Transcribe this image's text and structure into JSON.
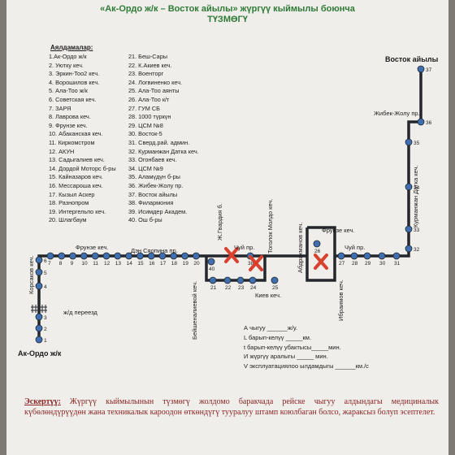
{
  "header": {
    "line0": "",
    "line1": "«Ак-Ордо ж/к – Восток айылы» жүргүү кыймылы боюнча",
    "line2": "ТҮЗМӨГҮ"
  },
  "stops_heading": "Аялдамалар:",
  "stops_col1": [
    "1.Ак-Ордо ж/к",
    "2. Уютку кеч.",
    "3. Эркин-Тоо2 кеч.",
    "4. Ворошилов кеч.",
    "5. Ала-Тоо ж/к",
    "6. Советская кеч.",
    "7. ЗАРЯ",
    "8. Лаврова кеч.",
    "9. Фрунзе кеч.",
    "10. Абаканская кеч.",
    "11. Киркомстром",
    "12. АКУН",
    "13. Садыгалиев кеч.",
    "14. Дордой Моторс б-ры",
    "15. Кайназаров кеч.",
    "16. Мессароша кеч.",
    "17. Кызыл Аскер",
    "18. Разноプром",
    "19. Интергельпо кеч.",
    "20. Шлагбаум"
  ],
  "stops_col2": [
    "21. Беш-Сары",
    "22. К.Акиев кеч.",
    "23. Военторг",
    "24. Логвиненко кеч.",
    "25. Ала-Тоо аянты",
    "26. Ала-Тоо к/т",
    "27. ГУМ СБ",
    "28. 1000 түркүн",
    "29. ЦСМ №8",
    "30. Восток-5",
    "31. Сверд.рай. админ.",
    "32. Курманжан Датка кеч.",
    "33. Огонбаев кеч.",
    "34. ЦСМ №9",
    "35. Аламүдүн б-ры",
    "36. Жибек-Жолу пр.",
    "37. Восток айылы",
    "38. Филармония",
    "39. Исимдер Академ.",
    "40. Ош б-ры"
  ],
  "map": {
    "start_label": "Ак-Ордо ж/к",
    "end_label": "Восток айылы",
    "streets": {
      "korsakov": "Корсаков кеч.",
      "zheleznodor": "ж/д переезд",
      "frunze_left": "Фрунзе кеч.",
      "den_syaopin": "Дэн Сяопина пр.",
      "beishenaliev": "Бейшеналиевой кеч.",
      "molodaya_gvardiya": "Ж.Гвардия б.",
      "chuy_mid": "Чуй пр.",
      "togolok": "Тоголок Молдо кеч.",
      "kiev": "Киев кеч.",
      "abdrakhmanov": "Абдрахманов кеч.",
      "frunze_right": "Фрунзе кеч.",
      "chuy_right": "Чуй пр.",
      "ibraimov": "Ибраимов кеч.",
      "kurmanzhan": "Курманжан Датка кеч.",
      "zhibek_zholu": "Жибек-Жолу пр."
    },
    "stop_numbers_bottom": [
      "1",
      "2",
      "3"
    ],
    "stop_numbers_left": [
      "4",
      "5",
      "6"
    ],
    "stop_numbers_row": [
      "7",
      "8",
      "9",
      "10",
      "11",
      "12",
      "13",
      "14",
      "15",
      "16",
      "17",
      "18",
      "19",
      "20"
    ],
    "stop_numbers_loop": [
      "40",
      "21",
      "22",
      "23",
      "24",
      "38",
      "25",
      "26",
      "27",
      "28",
      "29",
      "30",
      "31"
    ],
    "stop_numbers_right": [
      "32",
      "33",
      "34",
      "35",
      "36",
      "37"
    ]
  },
  "stats": [
    "А чыгуу ______ж/у.",
    "L барып-келүү _____км.",
    "t барып-келүү убактысы_____мин.",
    "И жүргүү аралыгы _____ мин.",
    "V эксплуатациялоо ылдамдыгы ______км./с"
  ],
  "note_label": "Эскертүү:",
  "note_text": " Жүргүү кыймылынын түзмөгү жолдомо баракчада рейске чыгуу алдындагы медициналык күбөлөндүрүүдөн жана техникалык кароодон өткөндүгү тууралуу штамп коюлбаган болсо, жараксыз болуп эсептелет.",
  "colors": {
    "title": "#2f7a36",
    "route": "#23272c",
    "stop": "#3f6fb0",
    "cross": "#d9412f",
    "note": "#8a2424"
  }
}
